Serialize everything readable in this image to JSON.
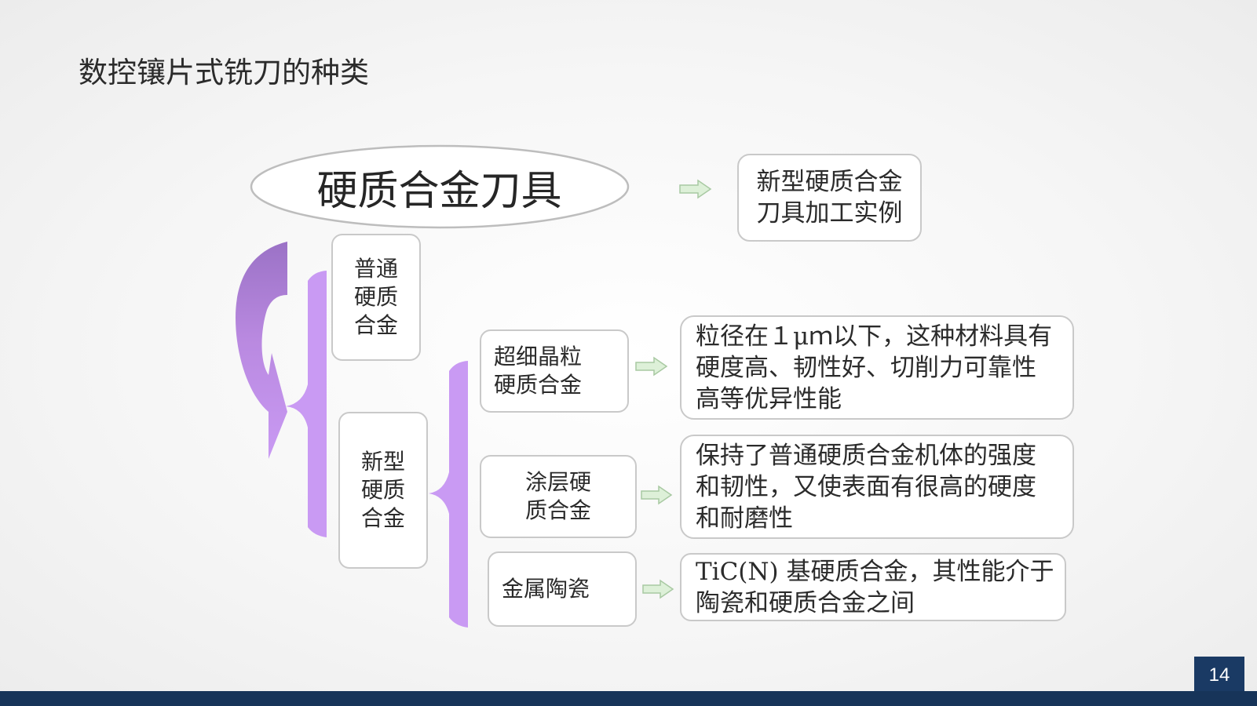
{
  "title": "数控镶片式铣刀的种类",
  "root": {
    "label": "硬质合金刀具",
    "example_line1": "新型硬质合金",
    "example_line2": "刀具加工实例"
  },
  "categories": [
    {
      "line1": "普通",
      "line2": "硬质",
      "line3": "合金"
    },
    {
      "line1": "新型",
      "line2": "硬质",
      "line3": "合金"
    }
  ],
  "subtypes": [
    {
      "name_line1": "超细晶粒",
      "name_line2": "硬质合金",
      "desc_line1": "粒径在１μｍ以下，这种材料具有",
      "desc_line2": "硬度高、韧性好、切削力可靠性",
      "desc_line3": "高等优异性能"
    },
    {
      "name_line1": "涂层硬",
      "name_line2": "质合金",
      "desc_line1": "保持了普通硬质合金机体的强度",
      "desc_line2": "和韧性，又使表面有很高的硬度",
      "desc_line3": "和耐磨性"
    },
    {
      "name_line1": "金属陶瓷",
      "desc_line1": "TiC(N) 基硬质合金，其性能介于",
      "desc_line2": "陶瓷和硬质合金之间"
    }
  ],
  "page_number": "14",
  "colors": {
    "brace": "#c99af3",
    "curved_arrow_top": "#9b72c6",
    "curved_arrow_bottom": "#c99af3",
    "arrow_fill": "#ddf0d8",
    "arrow_stroke": "#a8c9a2",
    "footer": "#173459"
  }
}
